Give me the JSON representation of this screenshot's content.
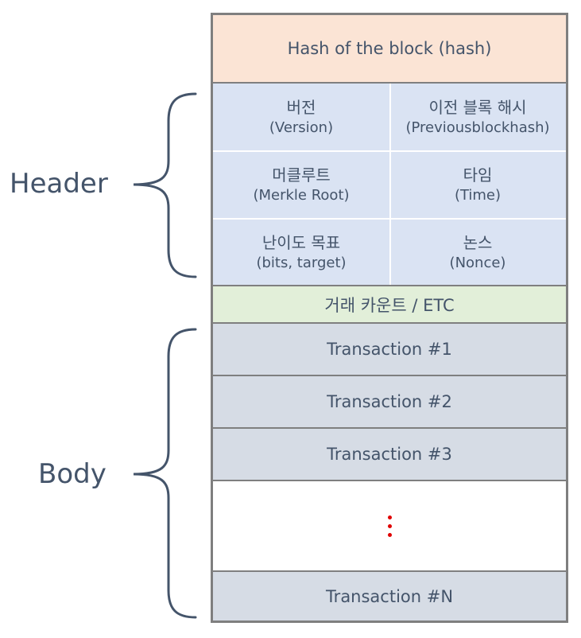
{
  "labels": {
    "header": "Header",
    "body": "Body"
  },
  "block": {
    "hash": "Hash of the block (hash)",
    "header_fields": [
      {
        "ko": "버전",
        "en": "(Version)"
      },
      {
        "ko": "이전 블록 해시",
        "en": "(Previousblockhash)"
      },
      {
        "ko": "머클루트",
        "en": "(Merkle Root)"
      },
      {
        "ko": "타임",
        "en": "(Time)"
      },
      {
        "ko": "난이도 목표",
        "en": "(bits, target)"
      },
      {
        "ko": "논스",
        "en": "(Nonce)"
      }
    ],
    "count": "거래 카운트 / ETC",
    "transactions": [
      "Transaction #1",
      "Transaction #2",
      "Transaction #3"
    ],
    "last_transaction": "Transaction #N"
  },
  "colors": {
    "hash_fill": "#fbe4d5",
    "header_fill": "#dae3f3",
    "count_fill": "#e2efd9",
    "transaction_fill": "#d6dce5",
    "border": "#7f7f7f",
    "text": "#44546a",
    "ellipsis_dots": "#e00000"
  }
}
